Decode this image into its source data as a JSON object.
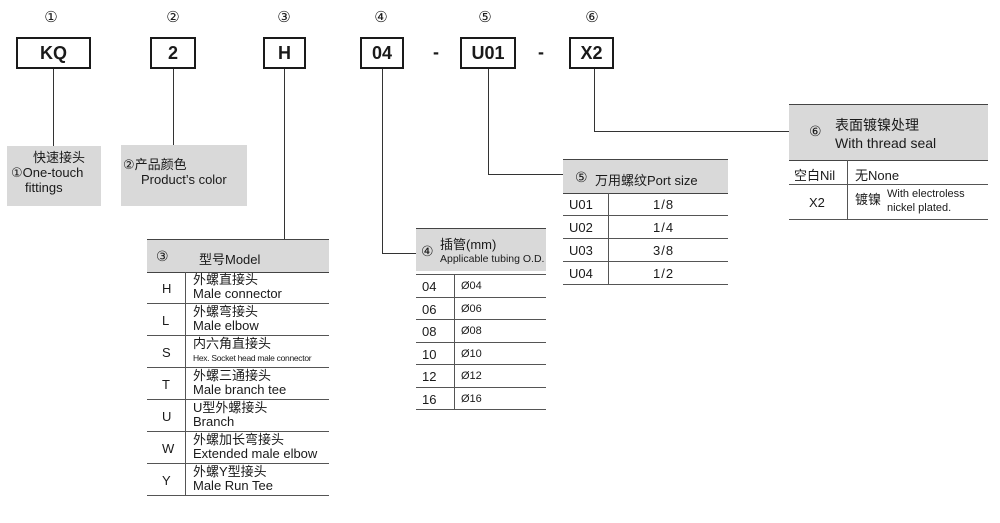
{
  "positions": [
    {
      "num": "①",
      "code": "KQ"
    },
    {
      "num": "②",
      "code": "2"
    },
    {
      "num": "③",
      "code": "H"
    },
    {
      "num": "④",
      "code": "04"
    },
    {
      "num": "⑤",
      "code": "U01"
    },
    {
      "num": "⑥",
      "code": "X2"
    }
  ],
  "separator": "-",
  "box1": {
    "num": "①",
    "line1": "快速接头",
    "line2": "One-touch",
    "line3": "fittings"
  },
  "box2": {
    "num": "②",
    "line1": "产品颜色",
    "line2": "Product’s color"
  },
  "model": {
    "num": "③",
    "title": "型号Model",
    "rows": [
      {
        "code": "H",
        "cn": "外螺直接头",
        "en": "Male connector"
      },
      {
        "code": "L",
        "cn": "外螺弯接头",
        "en": "Male elbow"
      },
      {
        "code": "S",
        "cn": "内六角直接头",
        "en": "Hex. Socket head male connector"
      },
      {
        "code": "T",
        "cn": "外螺三通接头",
        "en": "Male branch tee"
      },
      {
        "code": "U",
        "cn": "U型外螺接头",
        "en": "Branch"
      },
      {
        "code": "W",
        "cn": "外螺加长弯接头",
        "en": "Extended male elbow"
      },
      {
        "code": "Y",
        "cn": "外螺Y型接头",
        "en": "Male Run Tee"
      }
    ]
  },
  "tubing": {
    "num": "④",
    "title_cn": "插管(mm)",
    "title_en": "Applicable tubing O.D.",
    "rows": [
      {
        "code": "04",
        "val": "Ø04"
      },
      {
        "code": "06",
        "val": "Ø06"
      },
      {
        "code": "08",
        "val": "Ø08"
      },
      {
        "code": "10",
        "val": "Ø10"
      },
      {
        "code": "12",
        "val": "Ø12"
      },
      {
        "code": "16",
        "val": "Ø16"
      }
    ]
  },
  "port": {
    "num": "⑤",
    "title": "万用螺纹Port size",
    "rows": [
      {
        "code": "U01",
        "val": "1/8"
      },
      {
        "code": "U02",
        "val": "1/4"
      },
      {
        "code": "U03",
        "val": "3/8"
      },
      {
        "code": "U04",
        "val": "1/2"
      }
    ]
  },
  "seal": {
    "num": "⑥",
    "title_cn": "表面镀镍处理",
    "title_en": "With thread seal",
    "rows": [
      {
        "code": "空白Nil",
        "cn": "无None",
        "en1": "",
        "en2": ""
      },
      {
        "code": "X2",
        "cn": "镀镍",
        "en1": "With electroless",
        "en2": "nickel plated."
      }
    ]
  }
}
